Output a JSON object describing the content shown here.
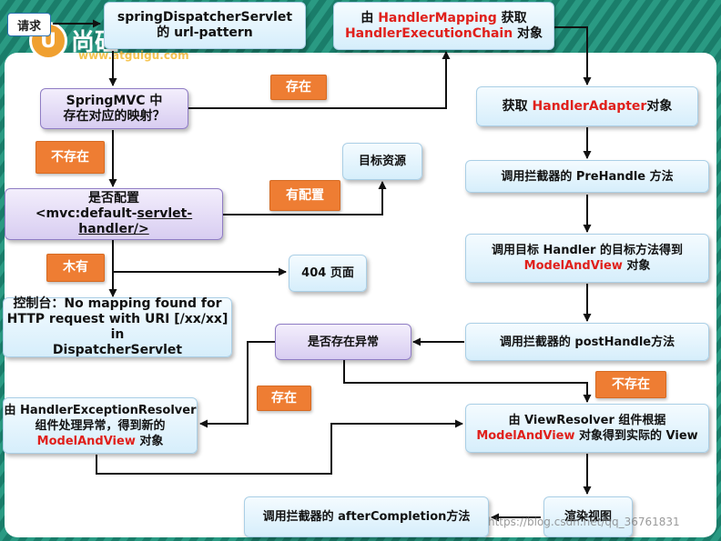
{
  "corner_label": "请求",
  "logo": {
    "chars": "尚硅",
    "url": "www.atguigu.com"
  },
  "nodes": {
    "servlet_url": {
      "l1": "springDispatcherServlet",
      "l2": "的 url-pattern"
    },
    "handler_mapping": {
      "p1": "由 ",
      "red1": "HandlerMapping",
      "p2": " 获取",
      "red2": "HandlerExecutionChain",
      "p3": " 对象"
    },
    "mapping_exists": {
      "l1": "SpringMVC 中",
      "l2": "存在对应的映射？"
    },
    "get_adapter": {
      "p1": "获取 ",
      "red": "HandlerAdapter",
      "p2": "对象"
    },
    "target_resource": "目标资源",
    "prehandle": "调用拦截器的 PreHandle 方法",
    "default_servlet": {
      "l1": "是否配置",
      "l2a": "<mvc:default-",
      "l2b": "servlet-",
      "l3": "handler/>"
    },
    "invoke_handler": {
      "l1": "调用目标 Handler 的目标方法得到",
      "red": "ModelAndView",
      "p2": " 对象"
    },
    "page_404": "404 页面",
    "console": {
      "l1": "控制台：No mapping found for",
      "l2": "HTTP request with URI [/xx/xx] in",
      "l3": "DispatcherServlet"
    },
    "exception_check": "是否存在异常",
    "posthandle": "调用拦截器的 postHandle方法",
    "exception_resolver": {
      "l1": "由 HandlerExceptionResolver",
      "l2": "组件处理异常，得到新的",
      "red": "ModelAndView",
      "p2": " 对象"
    },
    "view_resolver": {
      "l1": "由 ViewResolver 组件根据",
      "red": "ModelAndView",
      "p2": " 对象得到实际的 View"
    },
    "after_completion": "调用拦截器的 afterCompletion方法",
    "render_view": "渲染视图"
  },
  "labels": {
    "exists_top": "存在",
    "not_exists_left": "不存在",
    "configured": "有配置",
    "not_configured": "木有",
    "exists_exception": "存在",
    "not_exists_exception": "不存在"
  },
  "watermark": "https://blog.csdn.net/qq_36761831",
  "colors": {
    "highlight": "#e0201b",
    "label_bg": "#ee7d33",
    "diamond": "#d8cdf1",
    "box": "#d6eefb"
  }
}
